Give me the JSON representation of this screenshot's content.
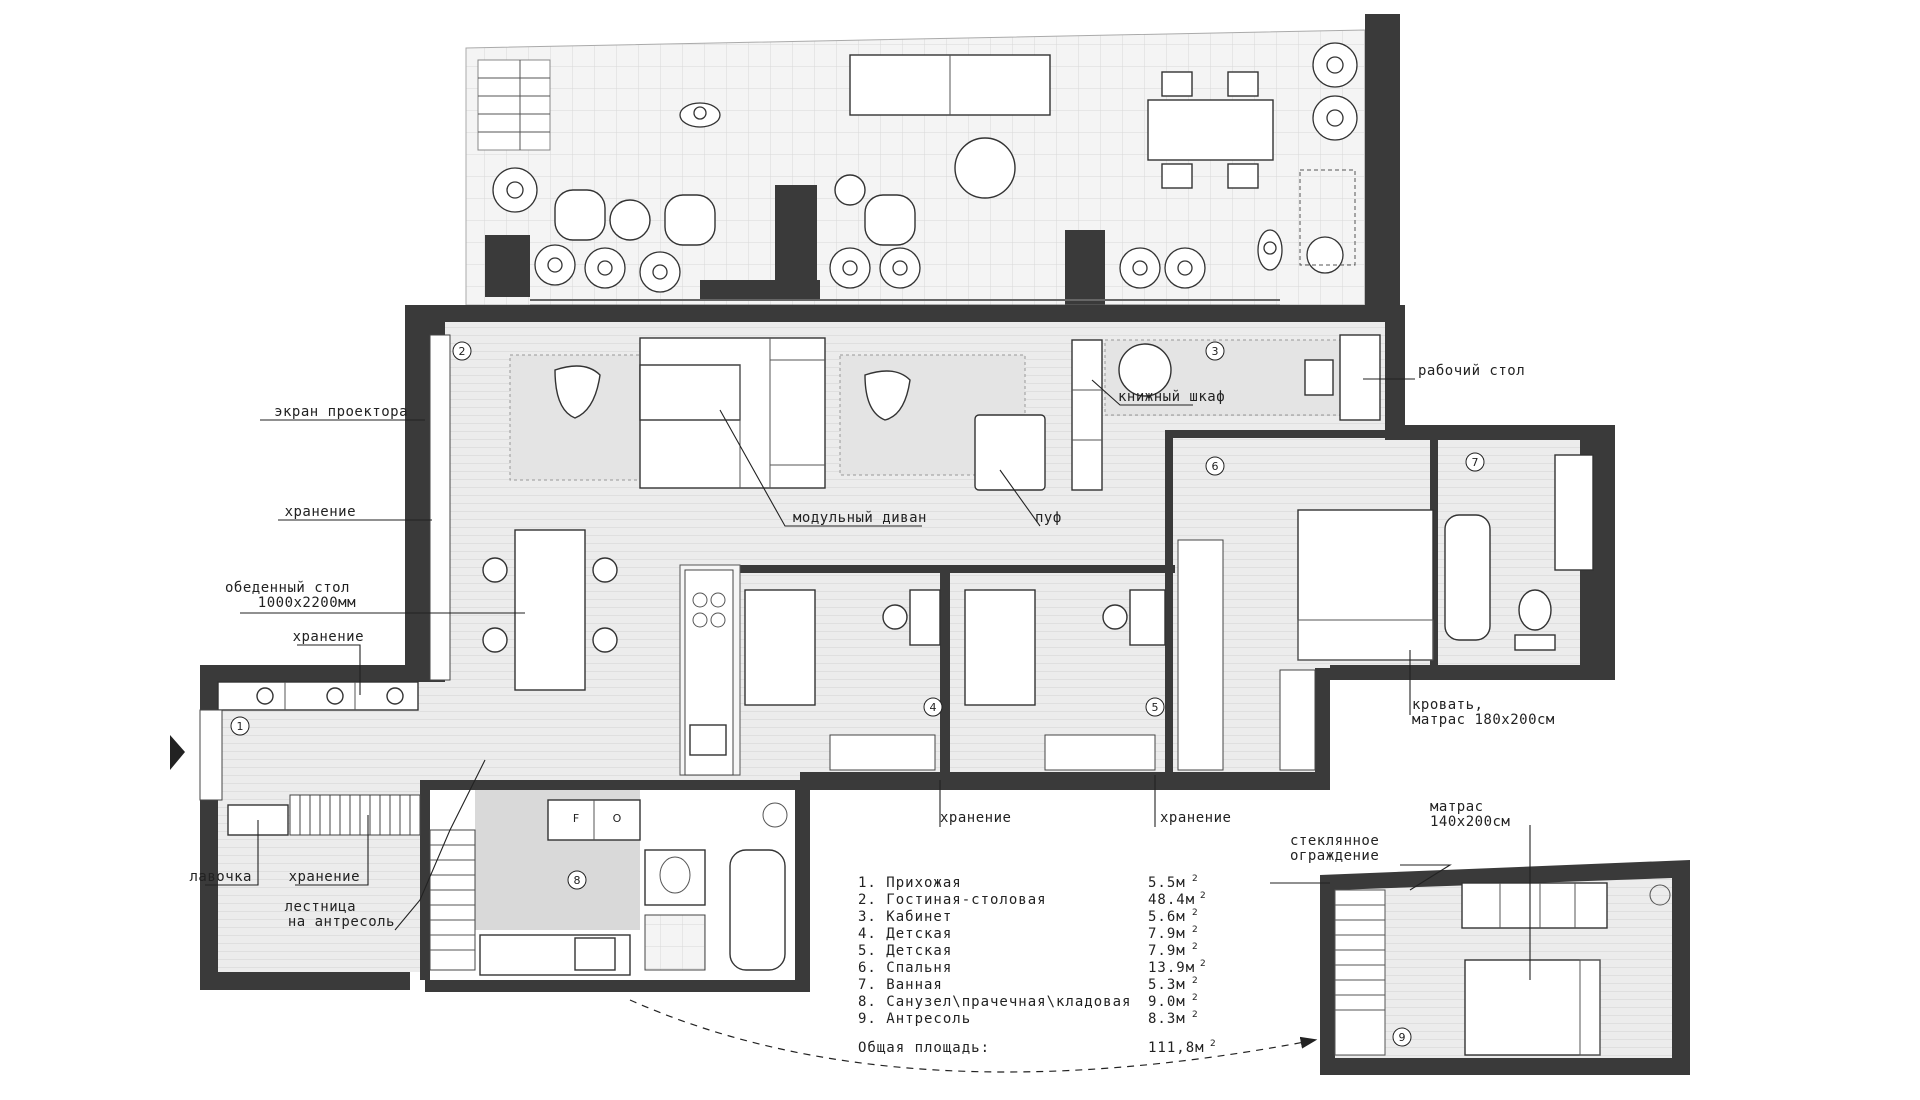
{
  "labels": {
    "projector_screen": "экран проектора",
    "storage_left": "хранение",
    "dining_table": "обеденный стол",
    "dining_table_size": "1000х2200мм",
    "storage_hall": "хранение",
    "bench": "лавочка",
    "storage_bottom": "хранение",
    "stair": "лестница",
    "stair_sub": "на антресоль",
    "modular_sofa": "модульный диван",
    "pouf": "пуф",
    "bookcase": "книжный шкаф",
    "desk": "рабочий стол",
    "storage_kids1": "хранение",
    "storage_kids2": "хранение",
    "bed": "кровать,",
    "bed_mattress": "матрас 180х200см",
    "glass_railing": "стеклянное",
    "glass_railing_sub": "ограждение",
    "mezz_mattress": "матрас",
    "mezz_mattress_size": "140х200см"
  },
  "fridge_marks": [
    "F",
    "O"
  ],
  "room_numbers": [
    "1",
    "2",
    "3",
    "4",
    "5",
    "6",
    "7",
    "8",
    "9"
  ],
  "legend": [
    {
      "name": "1. Прихожая",
      "area": "5.5м"
    },
    {
      "name": "2. Гостиная-столовая",
      "area": "48.4м"
    },
    {
      "name": "3. Кабинет",
      "area": "5.6м"
    },
    {
      "name": "4. Детская",
      "area": "7.9м"
    },
    {
      "name": "5. Детская",
      "area": "7.9м"
    },
    {
      "name": "6. Спальня",
      "area": "13.9м"
    },
    {
      "name": "7. Ванная",
      "area": "5.3м"
    },
    {
      "name": "8. Санузел\\прачечная\\кладовая",
      "area": "9.0м"
    },
    {
      "name": "9. Антресоль",
      "area": "8.3м"
    }
  ],
  "area_superscript": "2",
  "total": {
    "label": "Общая площадь:",
    "value": "111,8м"
  }
}
